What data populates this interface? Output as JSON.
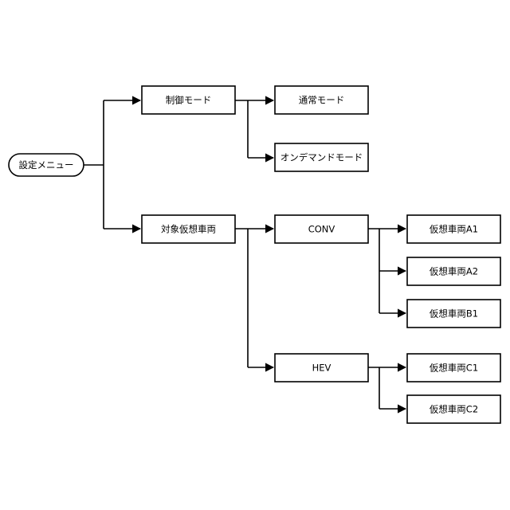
{
  "nodes": {
    "root": "設定メニュー",
    "control_mode": "制御モード",
    "normal_mode": "通常モード",
    "on_demand_mode": "オンデマンドモード",
    "target_vehicle": "対象仮想車両",
    "conv": "CONV",
    "hev": "HEV",
    "vehicle_a1": "仮想車両A1",
    "vehicle_a2": "仮想車両A2",
    "vehicle_b1": "仮想車両B1",
    "vehicle_c1": "仮想車両C1",
    "vehicle_c2": "仮想車両C2"
  },
  "edges": [
    [
      "root",
      "control_mode"
    ],
    [
      "root",
      "target_vehicle"
    ],
    [
      "control_mode",
      "normal_mode"
    ],
    [
      "control_mode",
      "on_demand_mode"
    ],
    [
      "target_vehicle",
      "conv"
    ],
    [
      "target_vehicle",
      "hev"
    ],
    [
      "conv",
      "vehicle_a1"
    ],
    [
      "conv",
      "vehicle_a2"
    ],
    [
      "conv",
      "vehicle_b1"
    ],
    [
      "hev",
      "vehicle_c1"
    ],
    [
      "hev",
      "vehicle_c2"
    ]
  ]
}
